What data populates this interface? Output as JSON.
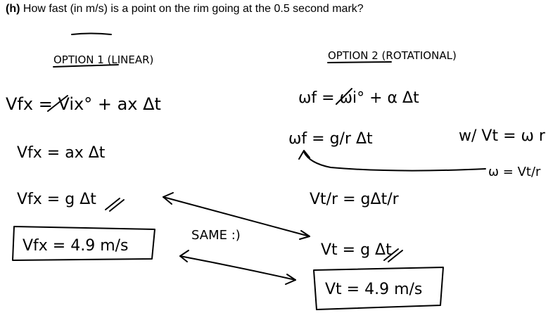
{
  "question": {
    "tag": "(h)",
    "text": "How fast (in m/s) is a point on the rim going at the 0.5 second mark?"
  },
  "handwriting": {
    "option1_title": "OPTION 1 (LINEAR)",
    "option2_title": "OPTION 2 (ROTATIONAL)",
    "left": {
      "eq1": "Vfx = Vix° + ax Δt",
      "eq2": "Vfx = ax Δt",
      "eq3": "Vfx = g Δt",
      "answer": "Vfx = 4.9 m/s"
    },
    "right": {
      "eq1": "ωf = ωi° + α Δt",
      "eq2": "ωf = g/r Δt",
      "note": "w/ Vt = ω r",
      "omega_rel": "ω = Vt/r",
      "eq3": "Vt/r = gΔt/r",
      "eq4": "Vt = g Δt",
      "answer": "Vt = 4.9 m/s"
    },
    "same": "SAME :)"
  }
}
